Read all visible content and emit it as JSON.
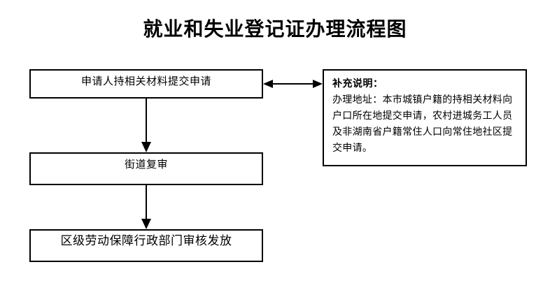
{
  "title": "就业和失业登记证办理流程图",
  "flow": {
    "steps": [
      {
        "id": "apply",
        "label": "申请人持相关材料提交申请"
      },
      {
        "id": "review",
        "label": "街道复审"
      },
      {
        "id": "issue",
        "label": "区级劳动保障行政部门审核发放"
      }
    ],
    "connectors": [
      {
        "id": "apply-to-note",
        "type": "double-arrow-horizontal"
      },
      {
        "id": "apply-to-review",
        "type": "arrow-down"
      },
      {
        "id": "review-to-issue",
        "type": "arrow-down"
      }
    ]
  },
  "note": {
    "heading": "补充说明：",
    "body": "办理地址：本市城镇户籍的持相关材料向户口所在地提交申请，农村进城务工人员及非湖南省户籍常住人口向常住地社区提交申请。"
  },
  "colors": {
    "background": "#ffffff",
    "stroke": "#000000",
    "text": "#000000"
  }
}
